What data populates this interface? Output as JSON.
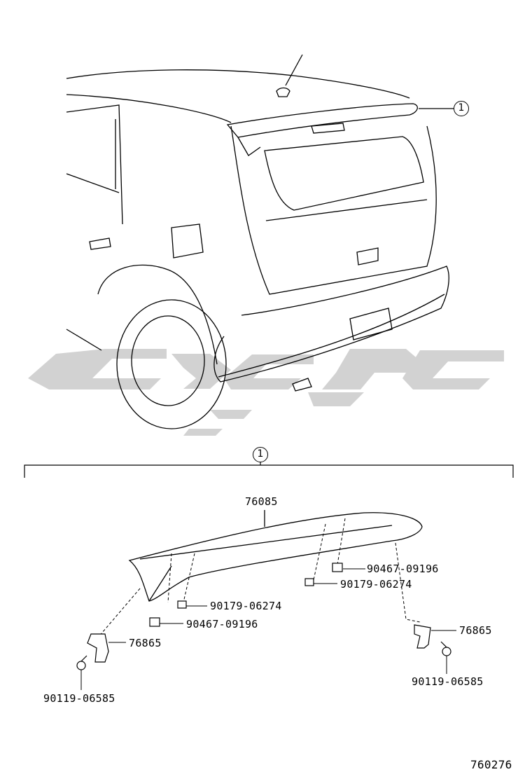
{
  "callout_number": "1",
  "parts": {
    "spoiler": "76085",
    "clip_right_upper": "90467-09196",
    "nut_right": "90179-06274",
    "nut_left": "90179-06274",
    "clip_left": "90467-09196",
    "bracket_right": "76865",
    "bracket_left": "76865",
    "screw_right": "90119-06585",
    "screw_left": "90119-06585"
  },
  "figure_number": "760276",
  "watermark": {
    "logo": "gray stylized arabic logo",
    "color": "#d0d0d0"
  }
}
